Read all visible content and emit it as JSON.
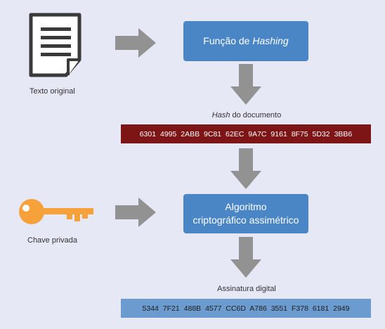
{
  "source": {
    "label": "Texto original",
    "icon": "document-icon"
  },
  "hashing_box": {
    "label_prefix": "Função de ",
    "label_italic": "Hashing"
  },
  "hash": {
    "caption_italic": "Hash",
    "caption_rest": " do documento",
    "value": "6301 4995 2ABB 9C81 62EC 9A7C 9161 8F75 5D32 3BB6"
  },
  "key": {
    "label": "Chave privada",
    "icon": "key-icon"
  },
  "algorithm_box": {
    "line1": "Algoritmo",
    "line2": "criptográfico assimétrico"
  },
  "signature": {
    "caption": "Assinatura digital",
    "value": "5344 7F21 488B 4577 CC6D A786 3551 F378 6181 2949"
  },
  "colors": {
    "background": "#e7e8f6",
    "box": "#4a86c5",
    "hash_bar": "#7d1416",
    "signature_bar": "#6c9bd0",
    "arrow": "#929292",
    "key": "#f6a13a"
  }
}
